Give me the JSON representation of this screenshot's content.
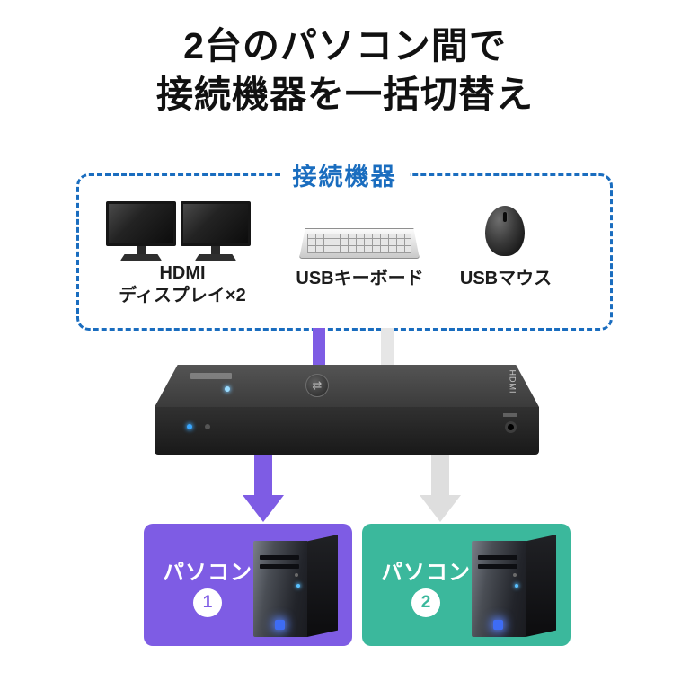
{
  "title": {
    "line1": "2台のパソコン間で",
    "line2": "接続機器を一括切替え"
  },
  "devices_group": {
    "label": "接続機器",
    "monitors_label_line1": "HDMI",
    "monitors_label_line2": "ディスプレイ×2",
    "keyboard_label": "USBキーボード",
    "mouse_label": "USBマウス"
  },
  "switch_device": {
    "side_label": "HDMI",
    "button_glyph": "⇄"
  },
  "computers": [
    {
      "label": "パソコン",
      "number": "1"
    },
    {
      "label": "パソコン",
      "number": "2"
    }
  ],
  "colors": {
    "accent_blue": "#1a6dbf",
    "active_arrow_purple": "#7e5ce4",
    "inactive_arrow_gray": "#dedede",
    "pc1_purple": "#7e5ce4",
    "pc2_teal": "#3bb89c"
  }
}
